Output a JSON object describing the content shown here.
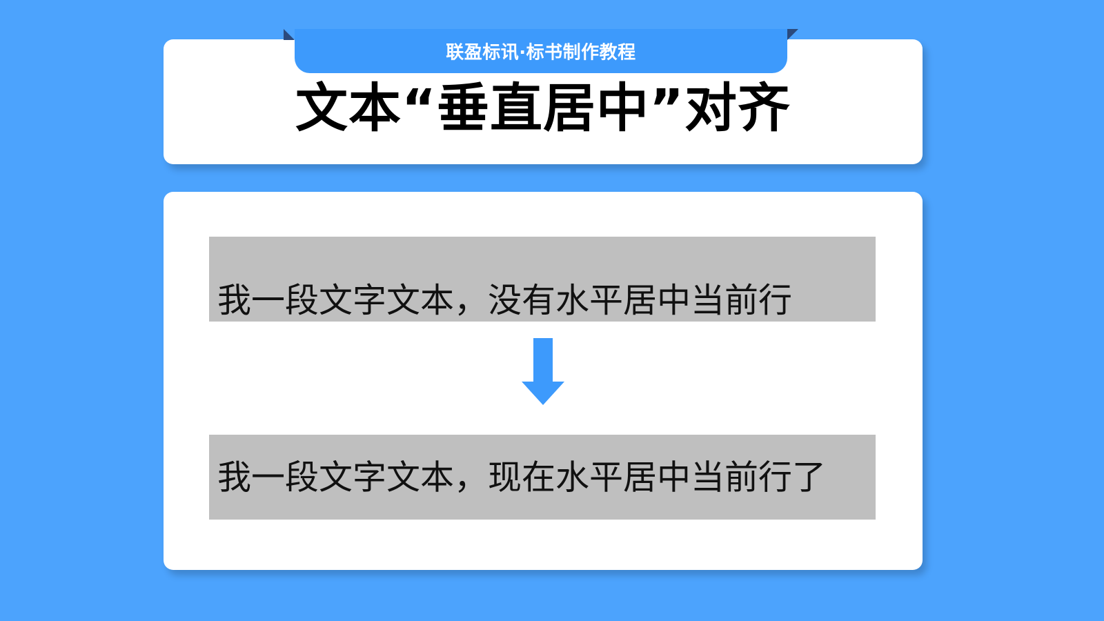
{
  "slide": {
    "background_color": "#4ca3fd",
    "card_color": "#ffffff"
  },
  "ribbon": {
    "label": "联盈标讯·标书制作教程",
    "color": "#3d9afc",
    "notch_color": "#2b4a7d",
    "text_color": "#ffffff"
  },
  "title": {
    "text": "文本“垂直居中”对齐",
    "color": "#000000"
  },
  "demo": {
    "box_color": "#bfbfbf",
    "text_color": "#111111",
    "before": {
      "text": "我一段文字文本，没有水平居中当前行",
      "alignment_state": "未垂直居中"
    },
    "after": {
      "text": "我一段文字文本，现在水平居中当前行了",
      "alignment_state": "已垂直居中"
    }
  },
  "arrow": {
    "direction": "down",
    "color": "#3d9afc"
  }
}
